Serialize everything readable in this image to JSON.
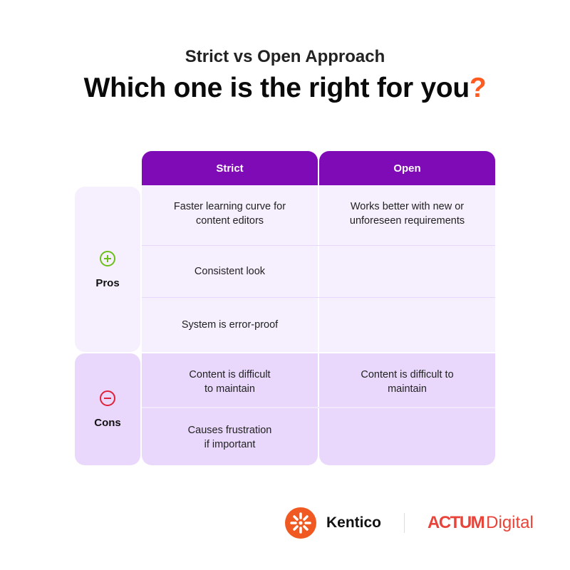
{
  "subtitle": "Strict vs Open Approach",
  "title": "Which one is the right for you",
  "title_mark": "?",
  "columns": [
    "Strict",
    "Open"
  ],
  "pros": {
    "label": "Pros",
    "icon": "plus-circle-icon",
    "color": "#6cbf1a",
    "rows": [
      [
        "Faster learning curve for\ncontent editors",
        "Works better with new or\nunforeseen requirements"
      ],
      [
        "Consistent look",
        ""
      ],
      [
        "System is error-proof",
        ""
      ]
    ]
  },
  "cons": {
    "label": "Cons",
    "icon": "minus-circle-icon",
    "color": "#e0213a",
    "rows": [
      [
        "Content is difficult\nto maintain",
        "Content is difficult to\nmaintain"
      ],
      [
        "Causes frustration\nif important",
        ""
      ]
    ]
  },
  "logos": {
    "kentico": "Kentico",
    "actum": "ACTUM",
    "digital": "Digital"
  }
}
